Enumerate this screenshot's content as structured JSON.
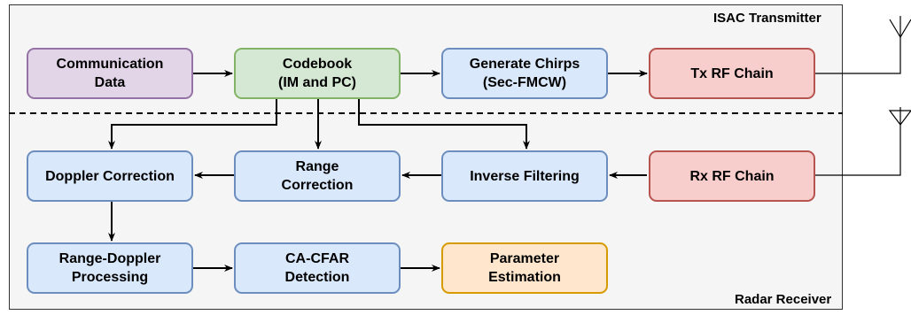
{
  "sections": {
    "transmitter_label": "ISAC Transmitter",
    "receiver_label": "Radar Receiver"
  },
  "nodes": {
    "communication_data": "Communication\nData",
    "codebook": "Codebook\n(IM and PC)",
    "generate_chirps": "Generate Chirps\n(Sec-FMCW)",
    "tx_rf_chain": "Tx RF Chain",
    "rx_rf_chain": "Rx RF Chain",
    "inverse_filtering": "Inverse Filtering",
    "range_correction": "Range\nCorrection",
    "doppler_correction": "Doppler Correction",
    "range_doppler_processing": "Range-Doppler\nProcessing",
    "ca_cfar_detection": "CA-CFAR\nDetection",
    "parameter_estimation": "Parameter\nEstimation"
  },
  "colors": {
    "purple_fill": "#e1d5e7",
    "purple_stroke": "#9673a6",
    "green_fill": "#d5e8d4",
    "green_stroke": "#82b366",
    "blue_fill": "#dae8fc",
    "blue_stroke": "#6c8ebf",
    "red_fill": "#f8cecc",
    "red_stroke": "#b85450",
    "orange_fill": "#ffe6cc",
    "orange_stroke": "#d79b00"
  },
  "icons": [
    "tx-antenna-icon",
    "rx-antenna-icon"
  ]
}
